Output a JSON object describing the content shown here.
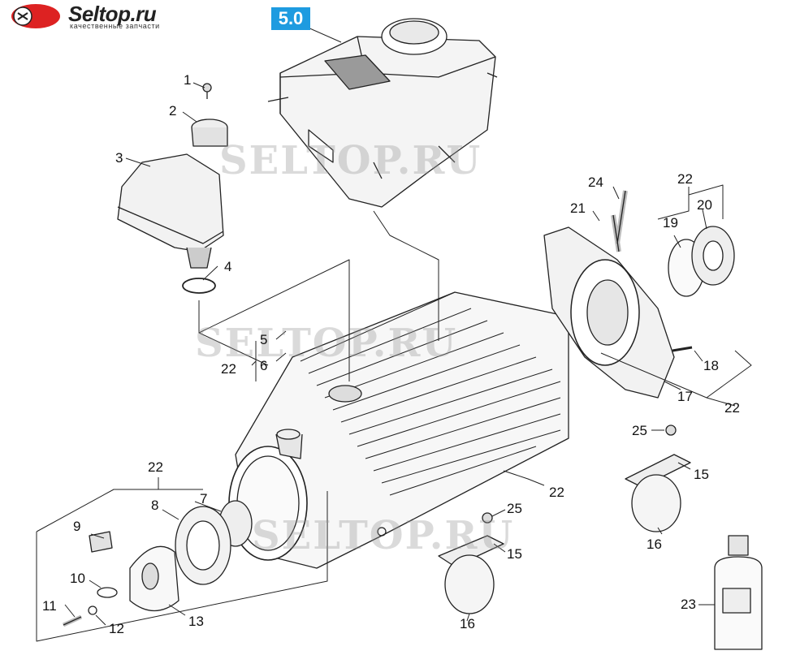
{
  "logo": {
    "brand": "Seltop.ru",
    "tagline": "качественные запчасти"
  },
  "assembly_badge": "5.0",
  "watermark": "SELTOP.RU",
  "part_labels": [
    {
      "id": "p1",
      "text": "1"
    },
    {
      "id": "p2",
      "text": "2"
    },
    {
      "id": "p3",
      "text": "3"
    },
    {
      "id": "p4",
      "text": "4"
    },
    {
      "id": "p5",
      "text": "5"
    },
    {
      "id": "p6",
      "text": "6"
    },
    {
      "id": "p22a",
      "text": "22"
    },
    {
      "id": "p22b",
      "text": "22"
    },
    {
      "id": "p7",
      "text": "7"
    },
    {
      "id": "p8",
      "text": "8"
    },
    {
      "id": "p9",
      "text": "9"
    },
    {
      "id": "p10",
      "text": "10"
    },
    {
      "id": "p11",
      "text": "11"
    },
    {
      "id": "p12",
      "text": "12"
    },
    {
      "id": "p13",
      "text": "13"
    },
    {
      "id": "p24",
      "text": "24"
    },
    {
      "id": "p21",
      "text": "21"
    },
    {
      "id": "p22c",
      "text": "22"
    },
    {
      "id": "p19",
      "text": "19"
    },
    {
      "id": "p20",
      "text": "20"
    },
    {
      "id": "p18",
      "text": "18"
    },
    {
      "id": "p17",
      "text": "17"
    },
    {
      "id": "p22d",
      "text": "22"
    },
    {
      "id": "p25a",
      "text": "25"
    },
    {
      "id": "p15a",
      "text": "15"
    },
    {
      "id": "p16a",
      "text": "16"
    },
    {
      "id": "p22e",
      "text": "22"
    },
    {
      "id": "p25b",
      "text": "25"
    },
    {
      "id": "p15b",
      "text": "15"
    },
    {
      "id": "p16b",
      "text": "16"
    },
    {
      "id": "p23",
      "text": "23"
    }
  ]
}
